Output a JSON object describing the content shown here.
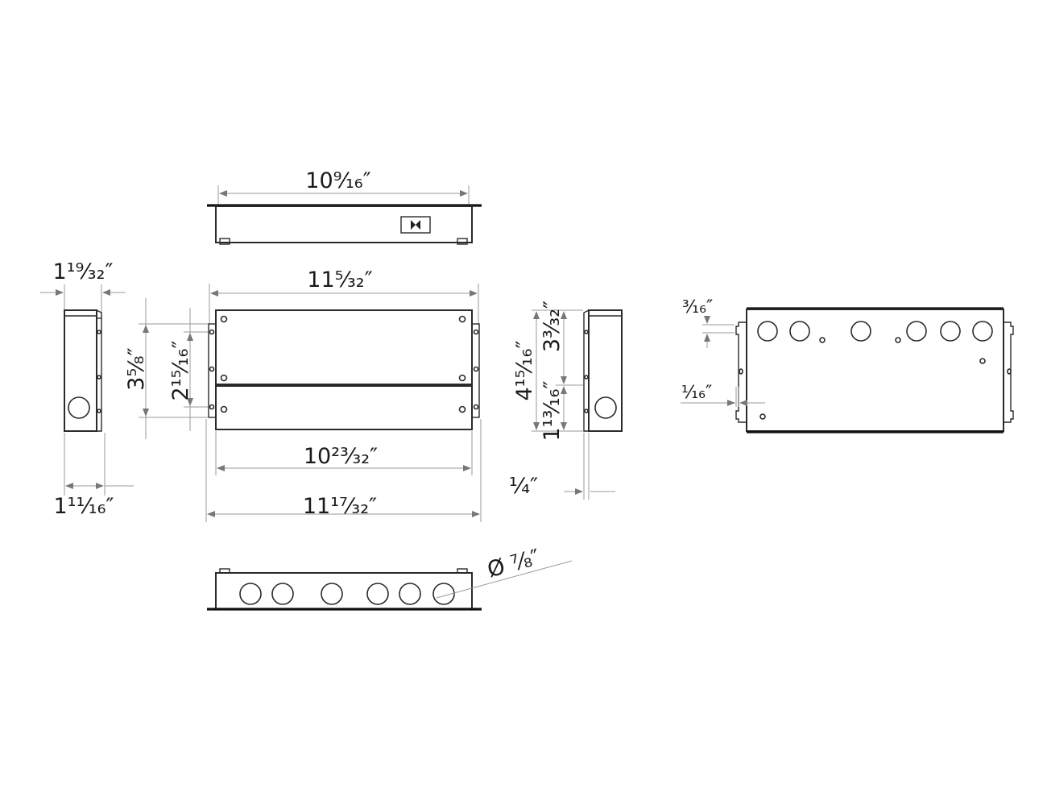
{
  "dimensions": {
    "top_width": "10⁹⁄₁₆″",
    "front_width_upper": "11⁵⁄₃₂″",
    "front_width_lower": "10²³⁄₃₂″",
    "front_overall_width": "11¹⁷⁄₃₂″",
    "left_side_top": "1¹⁹⁄₃₂″",
    "left_side_bottom": "1¹¹⁄₁₆″",
    "front_height_outer": "3⁵⁄₈″",
    "front_height_inner": "2¹⁵⁄₁₆″",
    "right_side_total": "4¹⁵⁄₁₆″",
    "right_side_upper": "3³⁄₃₂″",
    "right_side_lower": "1¹³⁄₁₆″",
    "right_side_flange": "¹⁄₄″",
    "back_top_offset": "³⁄₁₆″",
    "back_flange": "¹⁄₁₆″",
    "knockout_diameter": "Ø ⁷⁄₈″"
  }
}
